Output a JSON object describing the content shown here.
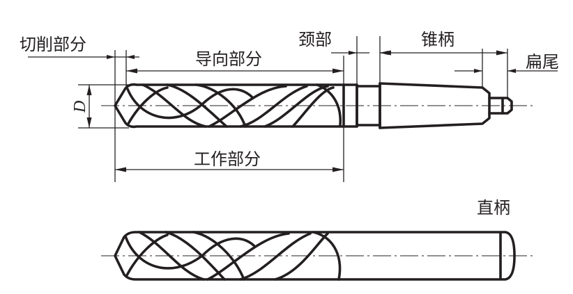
{
  "labels": {
    "cutting_part": "切削部分",
    "guide_part": "导向部分",
    "neck": "颈部",
    "taper_shank": "锥柄",
    "tang": "扁尾",
    "diameter_symbol": "D",
    "working_part": "工作部分",
    "straight_shank": "直柄"
  }
}
